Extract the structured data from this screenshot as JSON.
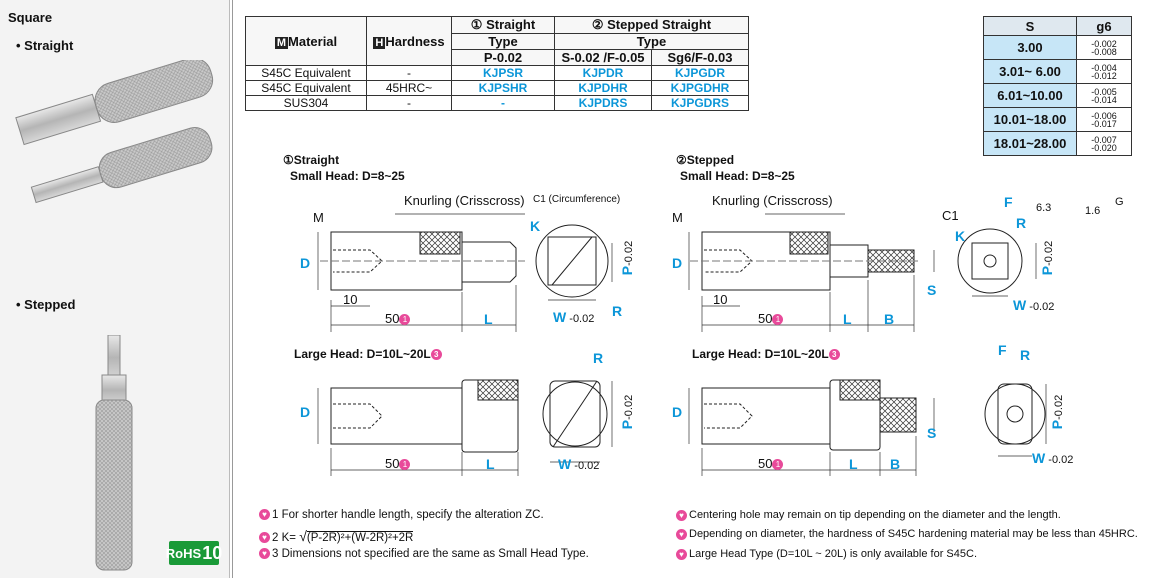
{
  "left": {
    "title": "Square",
    "sub_straight": "• Straight",
    "sub_stepped": "• Stepped",
    "rohs": "RoHS",
    "rohs_num": "10"
  },
  "spec": {
    "h_material": "Material",
    "h_material_icon": "M",
    "h_hardness": "Hardness",
    "h_hardness_icon": "H",
    "h_straight": "① Straight",
    "h_stepped": "② Stepped Straight",
    "h_type1": "Type",
    "h_type2": "Type",
    "h_p": "P-0.02",
    "h_sf": "S-0.02 /F-0.05",
    "h_sg": "Sg6/F-0.03",
    "rows": [
      {
        "material": "S45C Equivalent",
        "hardness": "-",
        "p": "KJPSR",
        "sf": "KJPDR",
        "sg": "KJPGDR"
      },
      {
        "material": "S45C Equivalent",
        "hardness": "45HRC~",
        "p": "KJPSHR",
        "sf": "KJPDHR",
        "sg": "KJPGDHR"
      },
      {
        "material": "SUS304",
        "hardness": "-",
        "p": "-",
        "sf": "KJPDRS",
        "sg": "KJPGDRS"
      }
    ]
  },
  "tol": {
    "h_s": "S",
    "h_g6": "g6",
    "rows": [
      {
        "s": "3.00",
        "u": "-0.002",
        "l": "-0.008"
      },
      {
        "s": "3.01~ 6.00",
        "u": "-0.004",
        "l": "-0.012"
      },
      {
        "s": "6.01~10.00",
        "u": "-0.005",
        "l": "-0.014"
      },
      {
        "s": "10.01~18.00",
        "u": "-0.006",
        "l": "-0.017"
      },
      {
        "s": "18.01~28.00",
        "u": "-0.007",
        "l": "-0.020"
      }
    ]
  },
  "draw": {
    "straight_title": "①Straight",
    "small_head": "Small Head: D=8~25",
    "large_head": "Large Head: D=10L~20L",
    "stepped_title": "②Stepped",
    "knurl": "Knurling (Crisscross)",
    "c1_circ": "C1 (Circumference)",
    "c1": "C1",
    "m": "M",
    "d": "D",
    "ten": "10",
    "fifty": "50",
    "one": "1",
    "three": "3",
    "l": "L",
    "b": "B",
    "s": "S",
    "k": "K",
    "r": "R",
    "f": "F",
    "w": "W",
    "p": "P",
    "g": "G",
    "zero": "0",
    "minus": "-0.02",
    "v16": "1.6",
    "v63": "6.3"
  },
  "notes": {
    "n1": "1 For shorter handle length, specify the alteration ZC.",
    "n2": "2 K= ",
    "n2f": "(P-2R)²+(W-2R)²+2R",
    "n3": "3 Dimensions not specified are the same as Small Head Type.",
    "n4": "Centering hole may remain on tip depending on the diameter and the length.",
    "n5": "Depending on diameter, the hardness of S45C hardening material may be less than 45HRC.",
    "n6": "Large Head Type (D=10L ~ 20L) is only available for S45C."
  }
}
